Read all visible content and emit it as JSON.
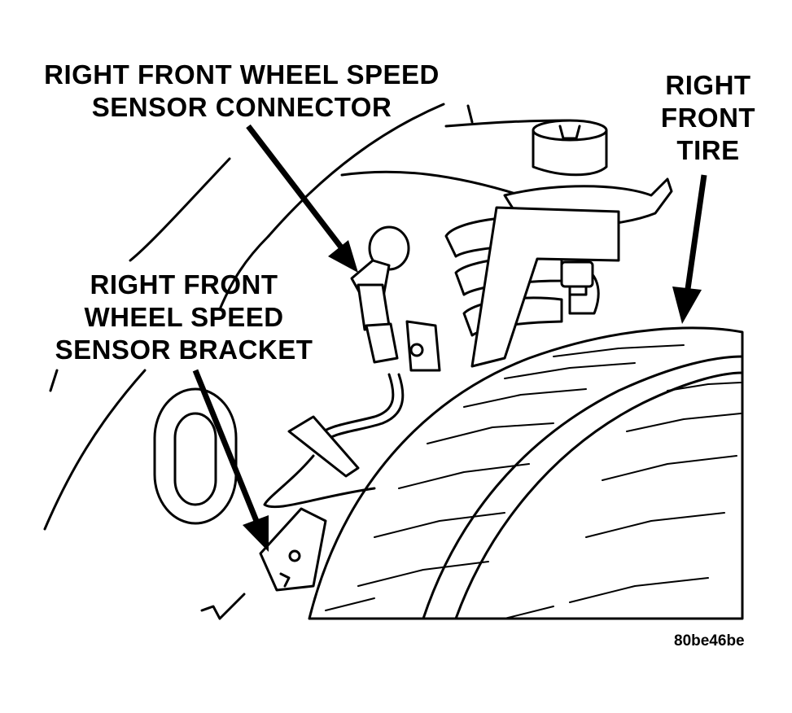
{
  "labels": {
    "connector_line1": "RIGHT FRONT WHEEL SPEED",
    "connector_line2": "SENSOR CONNECTOR",
    "tire_line1": "RIGHT",
    "tire_line2": "FRONT",
    "tire_line3": "TIRE",
    "bracket_line1": "RIGHT FRONT",
    "bracket_line2": "WHEEL SPEED",
    "bracket_line3": "SENSOR BRACKET"
  },
  "figure_code": "80be46be"
}
